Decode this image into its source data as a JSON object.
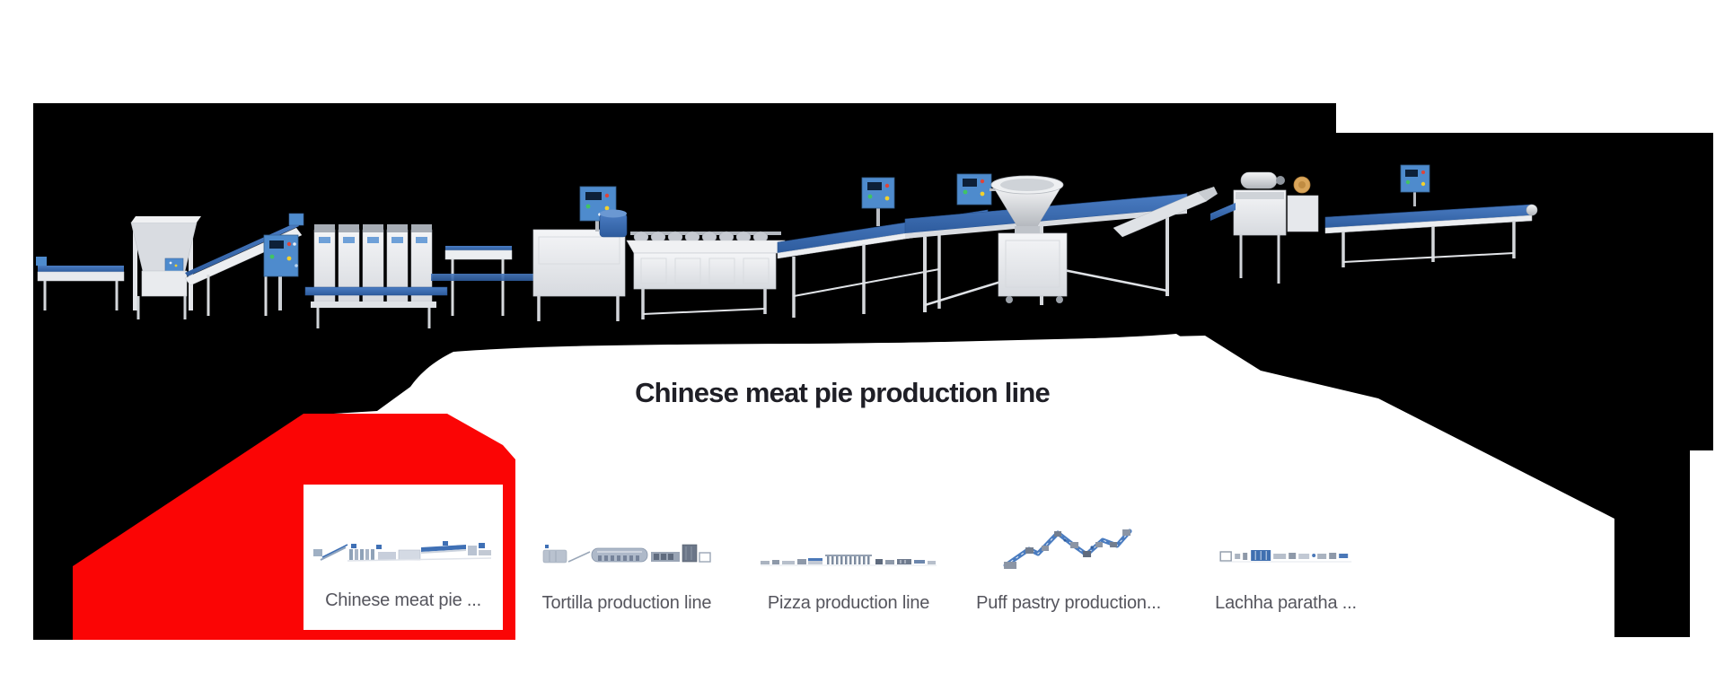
{
  "title": "Chinese meat pie production line",
  "products": [
    {
      "label": "Chinese meat pie ...",
      "image": "chinese-meat-pie-line-thumbnail",
      "selected": true
    },
    {
      "label": "Tortilla production line",
      "image": "tortilla-line-thumbnail",
      "selected": false
    },
    {
      "label": "Pizza production line",
      "image": "pizza-line-thumbnail",
      "selected": false
    },
    {
      "label": "Puff pastry production...",
      "image": "puff-pastry-line-thumbnail",
      "selected": false
    },
    {
      "label": "Lachha paratha ...",
      "image": "lachha-paratha-line-thumbnail",
      "selected": false
    }
  ],
  "colors": {
    "accent_red": "#fb0505",
    "belt_blue": "#3f70b5",
    "panel_blue": "#4e8bcd",
    "title_text": "#1f1f26",
    "label_text": "#55555d",
    "machine_light": "#f0f1f3",
    "machine_mid": "#d9dce1",
    "background_black": "#000000"
  }
}
